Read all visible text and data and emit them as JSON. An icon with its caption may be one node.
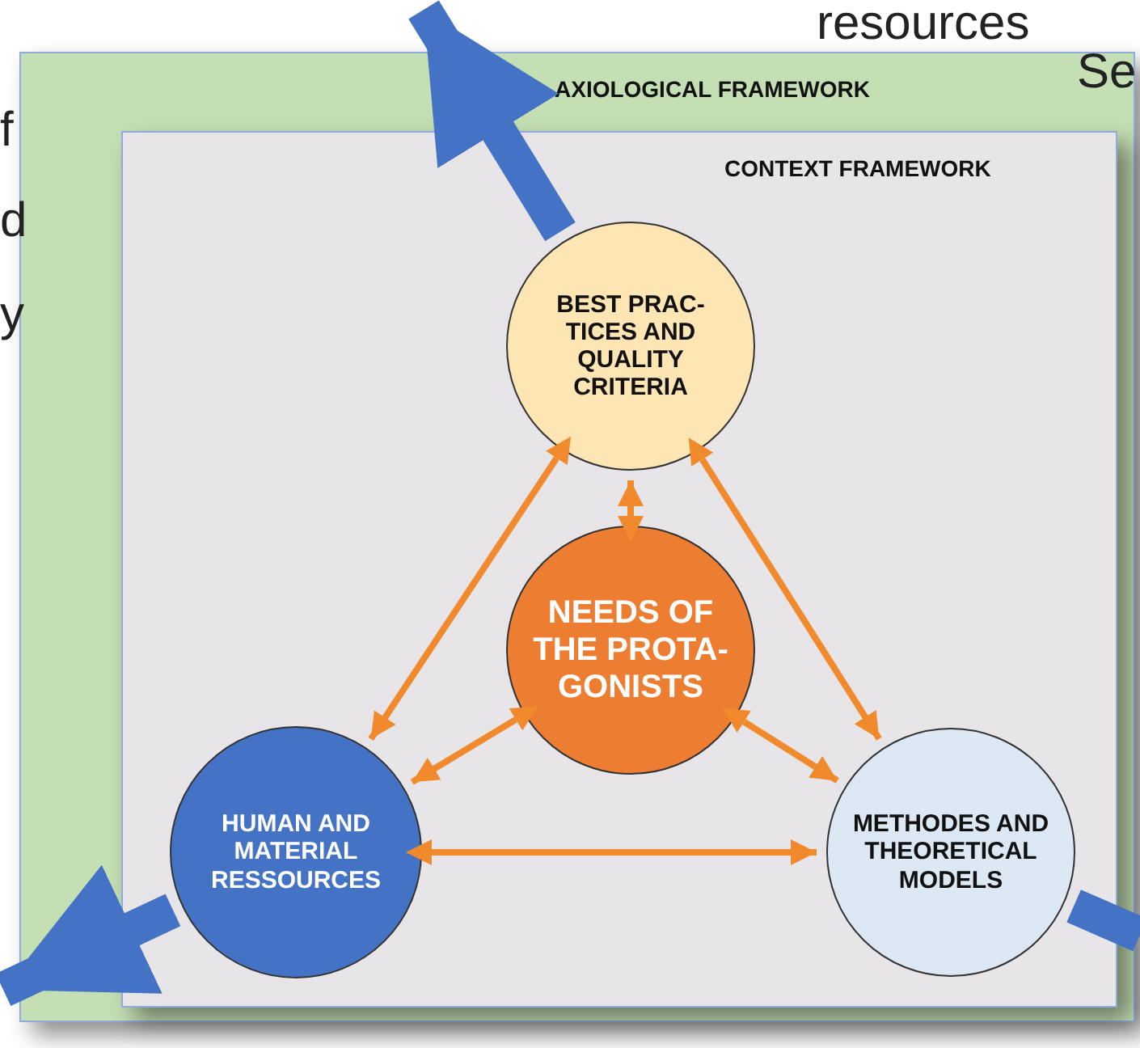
{
  "diagram": {
    "nodes": [
      {
        "text": [
          "AXIOLOGICAL FRAMEWORK"
        ]
      },
      {
        "text": [
          "CONTEXT FRAMEWORK"
        ],
        "in": 0
      },
      {
        "text": [
          "BEST PRAC- TICES AND QUALITY CRITERIA"
        ],
        "in": 1
      },
      {
        "text": [
          "NEEDS OF THE PROTA- GONISTS"
        ],
        "in": 1
      },
      {
        "text": [
          "HUMAN AND MATERIAL RESSOURCES"
        ],
        "in": 1
      },
      {
        "text": [
          "METHODES AND THEORETICAL MODELS"
        ],
        "in": 1
      }
    ],
    "edges": [
      {
        "from": 2,
        "to": null,
        "arrow": "to",
        "style": "thick",
        "color": "#4472c4"
      },
      {
        "from": 3,
        "to": 2,
        "arrow": "both"
      },
      {
        "from": 2,
        "to": 4,
        "arrow": "both"
      },
      {
        "from": 2,
        "to": 5,
        "arrow": "both"
      },
      {
        "from": 3,
        "to": 4,
        "arrow": "both"
      },
      {
        "from": 3,
        "to": 5,
        "arrow": "both"
      },
      {
        "from": 4,
        "to": null,
        "arrow": "to",
        "style": "thick",
        "color": "#4472c4"
      },
      {
        "from": 4,
        "to": 5,
        "arrow": "both"
      },
      {
        "from": 5,
        "to": null,
        "arrow": "none",
        "style": "thick",
        "color": "#4472c4"
      }
    ],
    "labels": [
      "resources",
      "Se",
      "f",
      "d",
      "y"
    ]
  }
}
